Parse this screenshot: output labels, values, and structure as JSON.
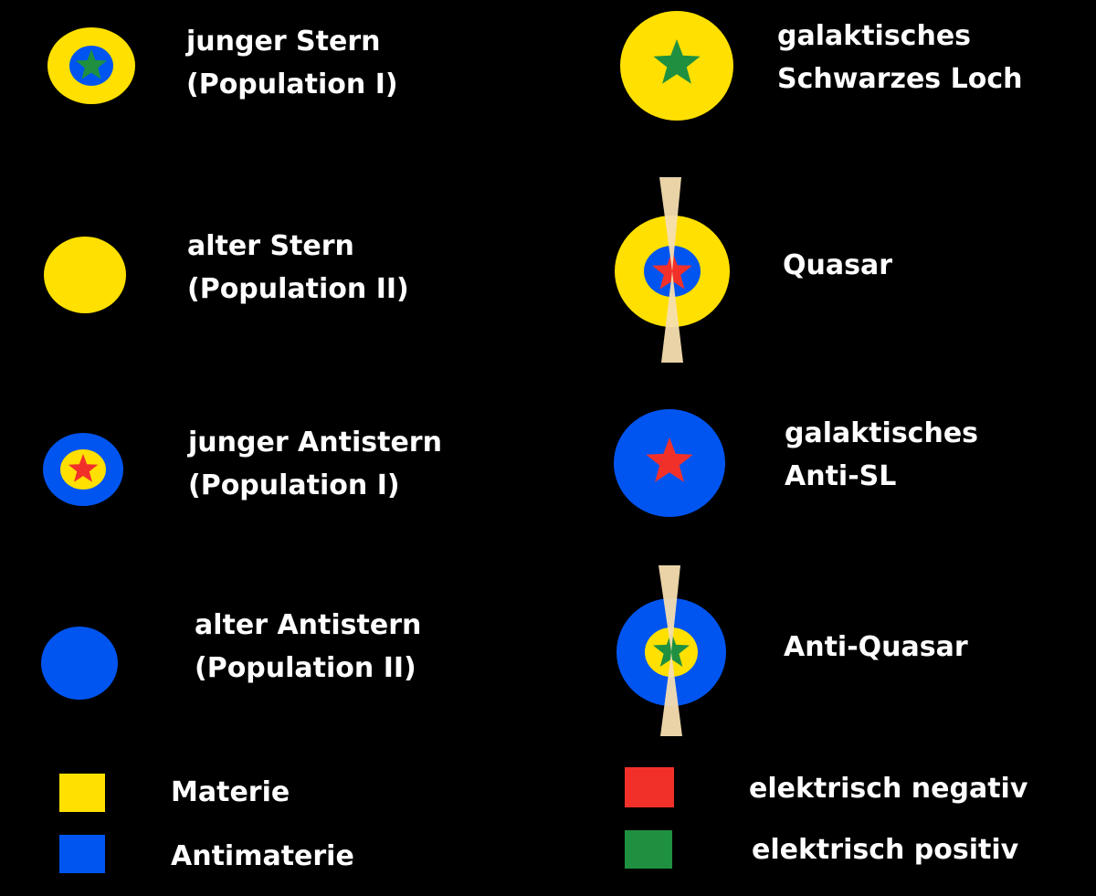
{
  "colors": {
    "background": "#000000",
    "matter": "#FFE000",
    "antimatter": "#0055F0",
    "negative": "#F2302A",
    "positive": "#1E9040",
    "jet": "#F5DEB0",
    "text": "#ffffff"
  },
  "items": {
    "young_star": {
      "line1": "junger Stern",
      "line2": "(Population I)",
      "outer": "matter",
      "inner": "antimatter",
      "core": "positive"
    },
    "old_star": {
      "line1": "alter Stern",
      "line2": "(Population II)",
      "outer": "matter"
    },
    "young_antistar": {
      "line1": "junger Antistern",
      "line2": "(Population I)",
      "outer": "antimatter",
      "inner": "matter",
      "core": "negative"
    },
    "old_antistar": {
      "line1": "alter Antistern",
      "line2": "(Population II)",
      "outer": "antimatter"
    },
    "galactic_bh": {
      "line1": "galaktisches",
      "line2": "Schwarzes Loch",
      "outer": "matter",
      "core": "positive"
    },
    "quasar": {
      "line1": "Quasar",
      "outer": "matter",
      "inner": "antimatter",
      "core": "negative",
      "jets": true
    },
    "galactic_anti_bh": {
      "line1": "galaktisches",
      "line2": "Anti-SL",
      "outer": "antimatter",
      "core": "negative"
    },
    "anti_quasar": {
      "line1": "Anti-Quasar",
      "outer": "antimatter",
      "inner": "matter",
      "core": "positive",
      "jets": true
    }
  },
  "legend": {
    "matter": "Materie",
    "antimatter": "Antimaterie",
    "negative": "elektrisch negativ",
    "positive": "elektrisch positiv"
  }
}
